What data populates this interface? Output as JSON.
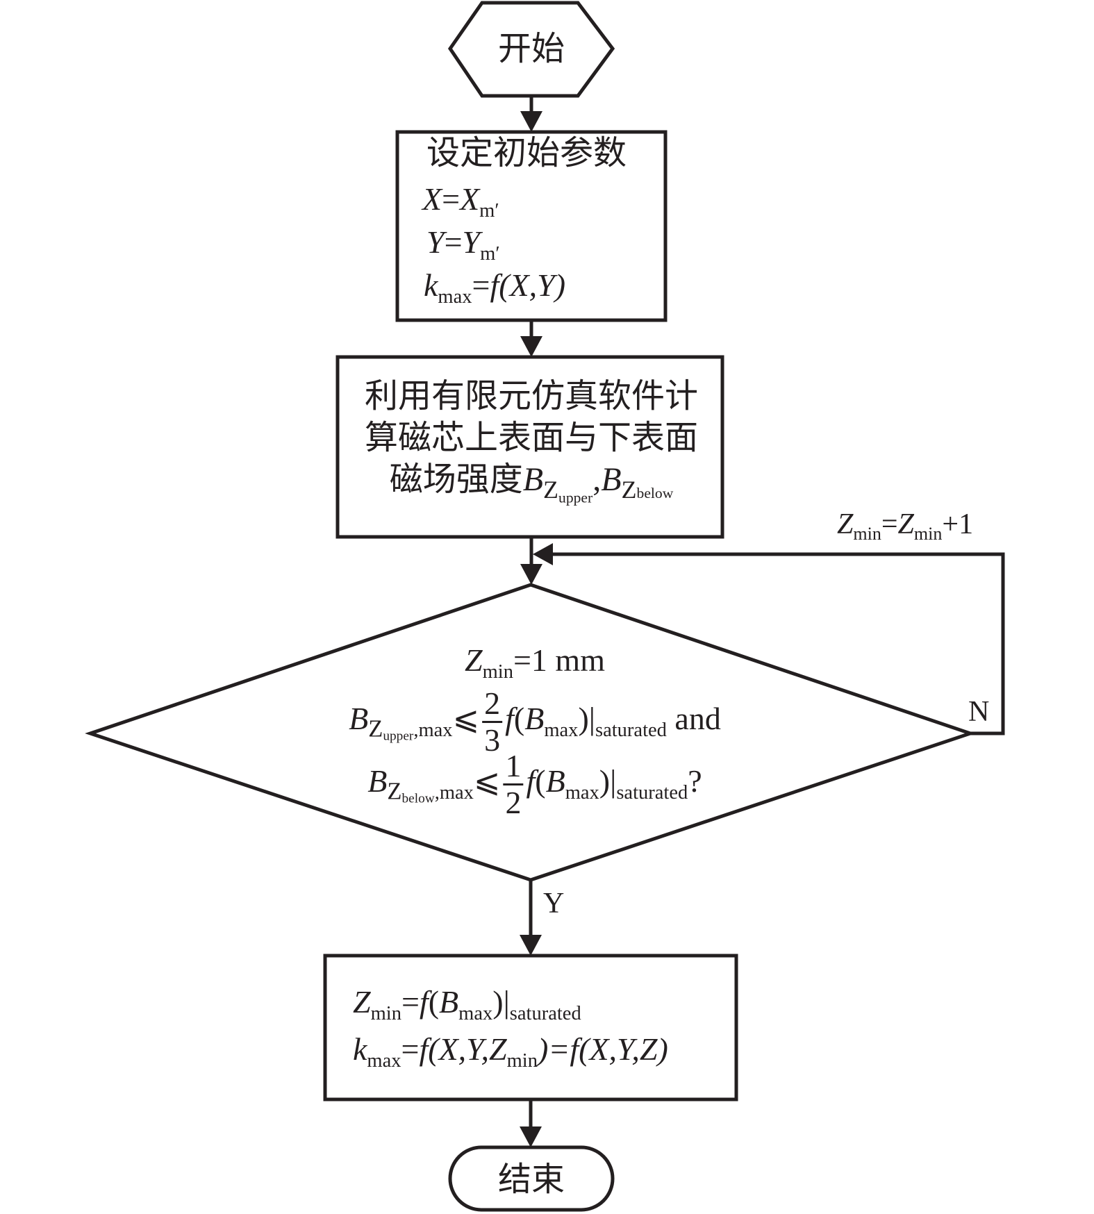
{
  "diagram": {
    "type": "flowchart",
    "start": {
      "label": "开始"
    },
    "step1": {
      "title": "设定初始参数",
      "lines": [
        {
          "lhs": "X",
          "rhs": "X",
          "rhs_sub": "m′"
        },
        {
          "lhs": "Y",
          "rhs": "Y",
          "rhs_sub": "m′"
        },
        {
          "lhs": "k",
          "lhs_sub": "max",
          "rhs": "f(X,Y)"
        }
      ]
    },
    "step2": {
      "line1": "利用有限元仿真软件计",
      "line2": "算磁芯上表面与下表面",
      "line3_text": "磁场强度",
      "sym1": "B",
      "sym1_z": "Z",
      "sym1_sub": "upper",
      "sep": ",",
      "sym2": "B",
      "sym2_z": "Z",
      "sym2_sub": "below"
    },
    "decision": {
      "line1": {
        "var": "Z",
        "sub": "min",
        "rest": "=1 mm"
      },
      "line2": {
        "var": "B",
        "z": "Z",
        "zsub": "upper",
        "tail": ",max",
        "op": "⩽",
        "num": "2",
        "den": "3",
        "f": "f",
        "arg": "B",
        "arg_sub": "max",
        "bar_sub": "saturated",
        "suffix": " and"
      },
      "line3": {
        "var": "B",
        "z": "Z",
        "zsub": "below",
        "tail": ",max",
        "op": "⩽",
        "num": "1",
        "den": "2",
        "f": "f",
        "arg": "B",
        "arg_sub": "max",
        "bar_sub": "saturated",
        "suffix": "?"
      }
    },
    "loop": {
      "label_var": "Z",
      "label_sub": "min",
      "label_eq": "=",
      "label_var2": "Z",
      "label_sub2": "min",
      "label_tail": "+1",
      "no_label": "N"
    },
    "yes_label": "Y",
    "step3": {
      "line1": {
        "var": "Z",
        "sub": "min",
        "eq": "=",
        "f": "f",
        "arg": "B",
        "arg_sub": "max",
        "bar_sub": "saturated"
      },
      "line2": {
        "var": "k",
        "sub": "max",
        "eq": "=",
        "expr1": "f(X,Y,Z",
        "expr1_sub": "min",
        "expr2": ")=f(X,Y,Z)"
      }
    },
    "end": {
      "label": "结束"
    },
    "colors": {
      "stroke": "#231f20",
      "background": "#ffffff"
    }
  }
}
